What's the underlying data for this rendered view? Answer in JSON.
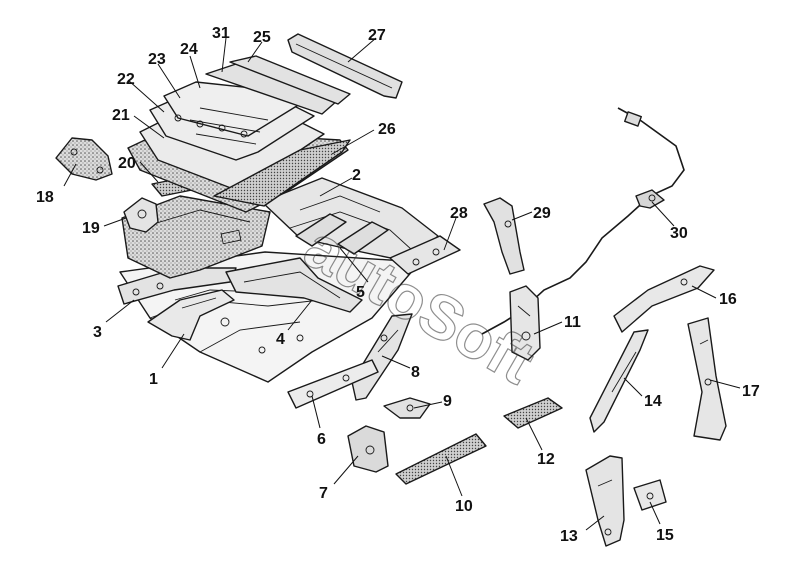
{
  "parts": [
    {
      "n": "1"
    },
    {
      "n": "2"
    },
    {
      "n": "3"
    },
    {
      "n": "4"
    },
    {
      "n": "5"
    },
    {
      "n": "6"
    },
    {
      "n": "7"
    },
    {
      "n": "8"
    },
    {
      "n": "9"
    },
    {
      "n": "10"
    },
    {
      "n": "11"
    },
    {
      "n": "12"
    },
    {
      "n": "13"
    },
    {
      "n": "14"
    },
    {
      "n": "15"
    },
    {
      "n": "16"
    },
    {
      "n": "17"
    },
    {
      "n": "18"
    },
    {
      "n": "19"
    },
    {
      "n": "20"
    },
    {
      "n": "21"
    },
    {
      "n": "22"
    },
    {
      "n": "23"
    },
    {
      "n": "24"
    },
    {
      "n": "25"
    },
    {
      "n": "26"
    },
    {
      "n": "27"
    },
    {
      "n": "28"
    },
    {
      "n": "29"
    },
    {
      "n": "30"
    },
    {
      "n": "31"
    }
  ],
  "watermark": "autoSoft",
  "colors": {
    "line": "#1a1a1a",
    "fill_light": "#e6e6e6",
    "fill_mid": "#c9c9c9",
    "fill_dark": "#a8a8a8"
  }
}
